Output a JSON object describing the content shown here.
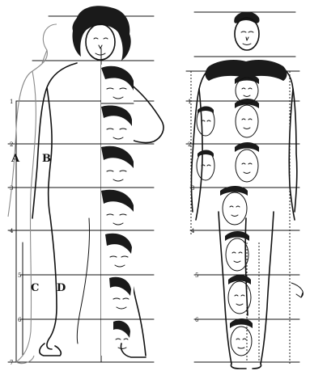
{
  "section_labels": {
    "a": "A",
    "b": "B",
    "c": "C",
    "d": "D"
  },
  "colors": {
    "ink": "#111111",
    "paper": "#ffffff",
    "ghost": "#8a8a8a"
  }
}
